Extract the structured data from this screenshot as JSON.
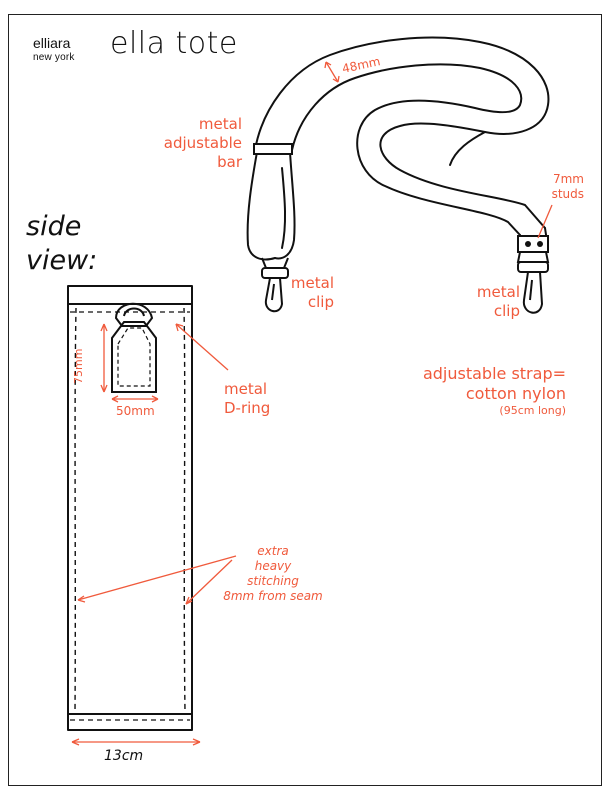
{
  "brand": {
    "name": "elliara",
    "city": "new york"
  },
  "title": "ella tote",
  "side_view": {
    "line1": "side",
    "line2": "view:"
  },
  "labels": {
    "width_48": "48mm",
    "adjustable_bar": {
      "l1": "metal",
      "l2": "adjustable",
      "l3": "bar"
    },
    "studs": {
      "l1": "7mm",
      "l2": "studs"
    },
    "clip_left": {
      "l1": "metal",
      "l2": "clip"
    },
    "clip_right": {
      "l1": "metal",
      "l2": "clip"
    },
    "strap": {
      "l1": "adjustable strap=",
      "l2": "cotton nylon",
      "l3": "(95cm long)"
    },
    "dim_75": "75mm",
    "dim_50": "50mm",
    "dring": {
      "l1": "metal",
      "l2": "D-ring"
    },
    "stitch": {
      "l1": "extra",
      "l2": "heavy",
      "l3": "stitching",
      "l4": "8mm from seam"
    },
    "width_13": "13cm"
  },
  "colors": {
    "accent": "#f05a3c",
    "ink": "#111111"
  }
}
